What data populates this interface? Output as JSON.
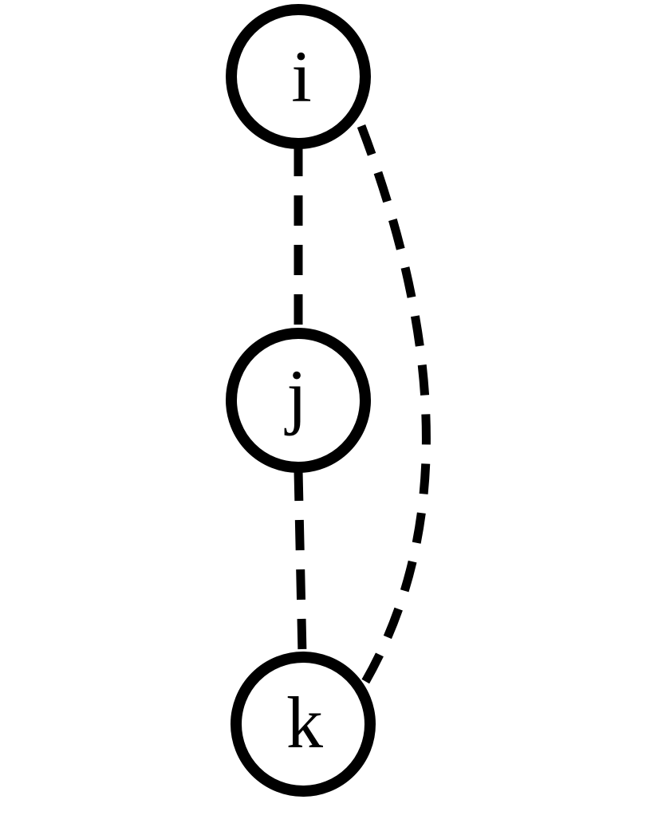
{
  "nodes": [
    {
      "id": "i",
      "label": "i"
    },
    {
      "id": "j",
      "label": "j"
    },
    {
      "id": "k",
      "label": "k"
    }
  ],
  "edges": [
    {
      "from": "i",
      "to": "j",
      "style": "dashed"
    },
    {
      "from": "j",
      "to": "k",
      "style": "dashed"
    },
    {
      "from": "i",
      "to": "k",
      "style": "dashed",
      "shape": "curved"
    }
  ],
  "colors": {
    "stroke": "#000000",
    "background": "#ffffff"
  }
}
